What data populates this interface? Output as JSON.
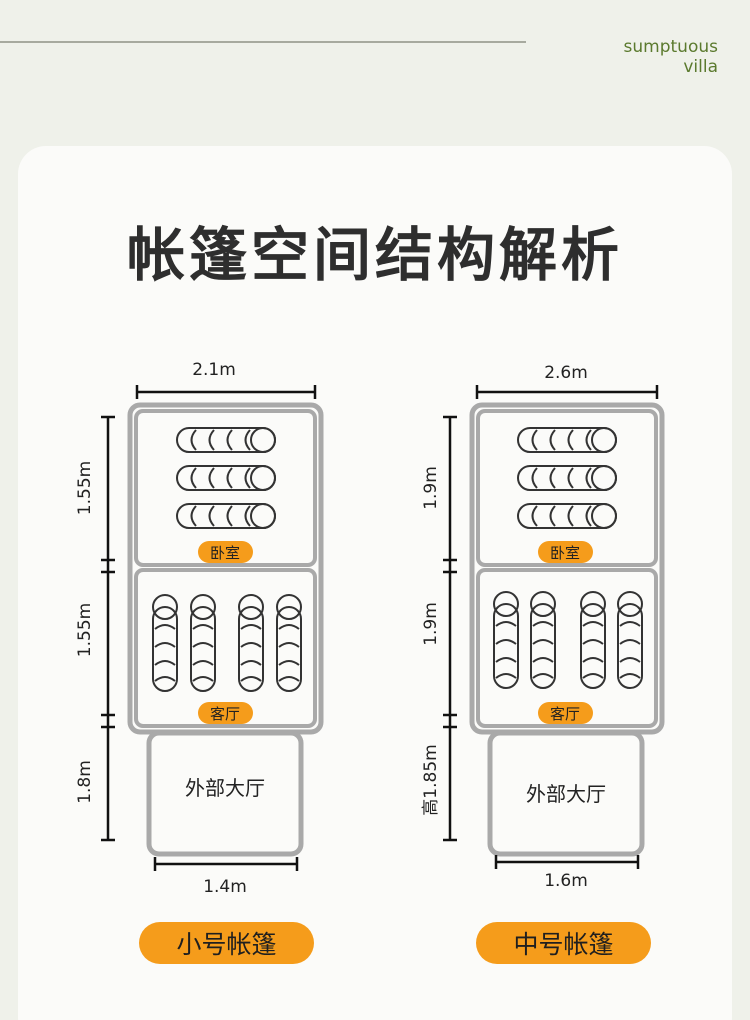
{
  "brand": {
    "line1": "sumptuous",
    "line2": "villa"
  },
  "title": "帐篷空间结构解析",
  "tents": [
    {
      "name": "小号帐篷",
      "top_width": "2.1m",
      "bedroom_depth": "1.55m",
      "living_depth": "1.55m",
      "hall_depth": "1.8m",
      "hall_width": "1.4m",
      "bedroom_label": "卧室",
      "living_label": "客厅",
      "hall_label": "外部大厅"
    },
    {
      "name": "中号帐篷",
      "top_width": "2.6m",
      "bedroom_depth": "1.9m",
      "living_depth": "1.9m",
      "hall_depth": "高1.85m",
      "hall_width": "1.6m",
      "bedroom_label": "卧室",
      "living_label": "客厅",
      "hall_label": "外部大厅"
    }
  ],
  "colors": {
    "accent": "#f59c1b",
    "outline": "#a9a9a9",
    "brand": "#5b7a2e"
  }
}
